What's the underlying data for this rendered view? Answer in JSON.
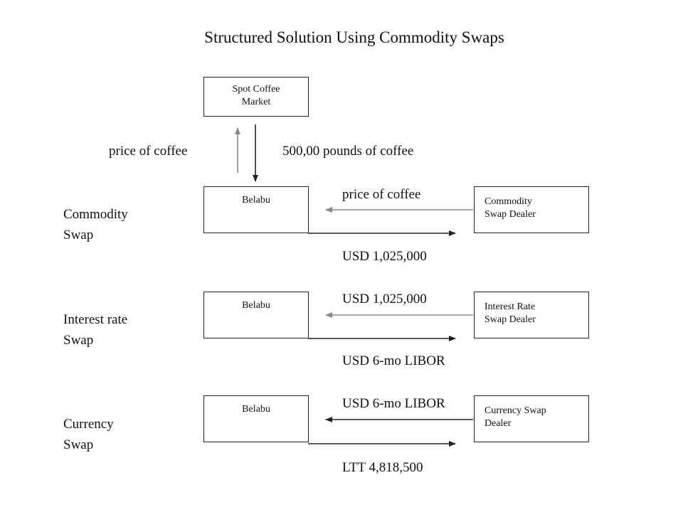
{
  "title": "Structured Solution Using Commodity Swaps",
  "spot_market": {
    "line1": "Spot Coffee",
    "line2": "Market"
  },
  "spot_flows": {
    "up_label": "price of coffee",
    "down_label": "500,00 pounds of coffee"
  },
  "rows": [
    {
      "label_line1": "Commodity",
      "label_line2": "Swap",
      "party": "Belabu",
      "dealer_line1": "Commodity",
      "dealer_line2": "Swap Dealer",
      "receive_label": "price of coffee",
      "pay_label": "USD 1,025,000"
    },
    {
      "label_line1": "Interest rate",
      "label_line2": "Swap",
      "party": "Belabu",
      "dealer_line1": "Interest Rate",
      "dealer_line2": "Swap Dealer",
      "receive_label": "USD 1,025,000",
      "pay_label": "USD 6-mo LIBOR"
    },
    {
      "label_line1": "Currency",
      "label_line2": "Swap",
      "party": "Belabu",
      "dealer_line1": "Currency Swap",
      "dealer_line2": "Dealer",
      "receive_label": "USD 6-mo LIBOR",
      "pay_label": "LTT 4,818,500"
    }
  ],
  "colors": {
    "line": "#222222",
    "arrow_gray": "#888888"
  }
}
